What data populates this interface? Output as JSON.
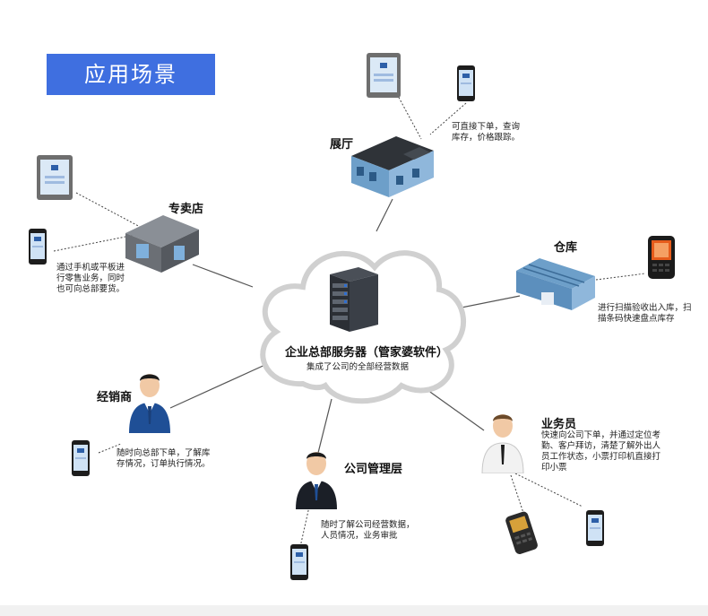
{
  "title": "应用场景",
  "center": {
    "title": "企业总部服务器（管家婆软件）",
    "subtitle": "集成了公司的全部经营数据"
  },
  "nodes": {
    "showroom": {
      "label": "展厅",
      "note": [
        "可直接下单，查询",
        "库存，价格跟踪。"
      ]
    },
    "store": {
      "label": "专卖店",
      "note": [
        "通过手机或平板进",
        "行零售业务，同时",
        "也可向总部要货。"
      ]
    },
    "warehouse": {
      "label": "仓库",
      "note": [
        "进行扫描验收出入库，扫",
        "描条码快速盘点库存"
      ]
    },
    "dealer": {
      "label": "经销商",
      "note": [
        "随时向总部下单，了解库",
        "存情况，订单执行情况。"
      ]
    },
    "management": {
      "label": "公司管理层",
      "note": [
        "随时了解公司经营数据，",
        "人员情况，业务审批"
      ]
    },
    "salesman": {
      "label": "业务员",
      "note": [
        "快速向公司下单，并通过定位考",
        "勤、客户拜访，清楚了解外出人",
        "员工作状态，小票打印机直接打",
        "印小票"
      ]
    }
  },
  "colors": {
    "accent": "#3f6fe0",
    "building_gray": "#6b6f75",
    "building_blue": "#6d9fc9",
    "line": "#555555"
  },
  "icons": [
    "server-icon",
    "cloud-icon",
    "tablet-icon",
    "phone-icon",
    "handheld-scanner-icon",
    "person-icon",
    "building-icon",
    "warehouse-icon",
    "printer-scanner-icon"
  ]
}
